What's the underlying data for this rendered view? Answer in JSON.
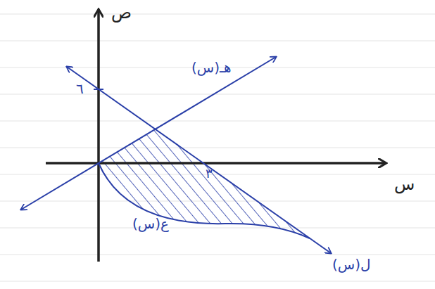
{
  "diagram": {
    "labels": [
      "ص",
      "س",
      "٦",
      "٣",
      "هـ(س)",
      "ع(س)",
      "ل(س)"
    ]
  }
}
